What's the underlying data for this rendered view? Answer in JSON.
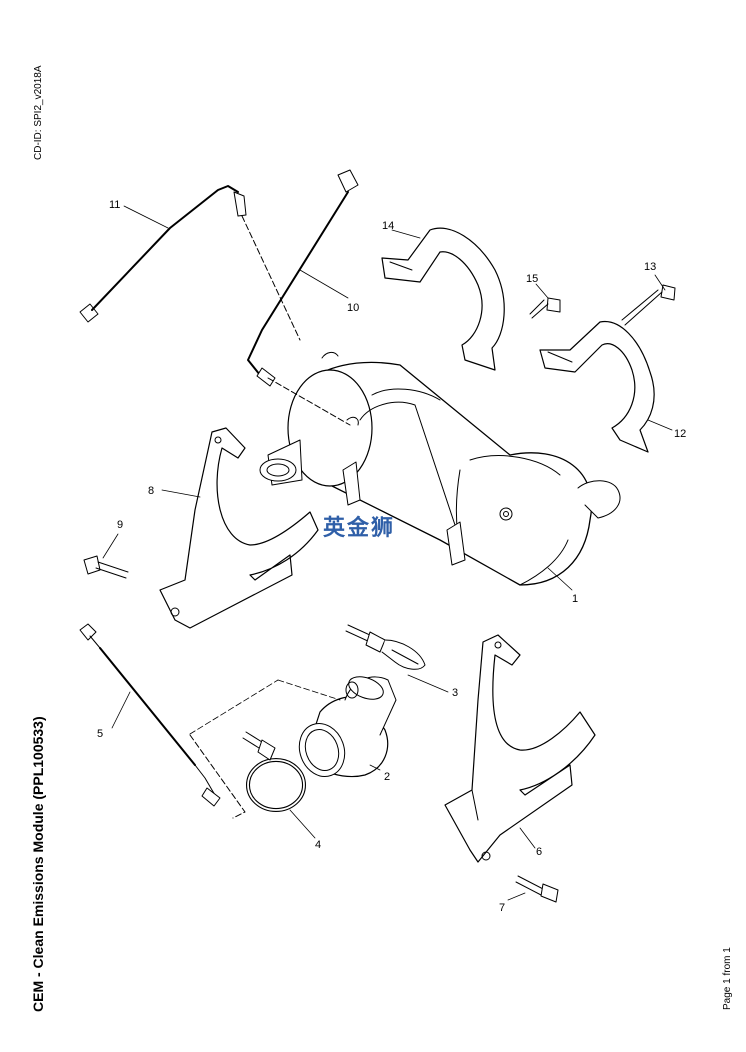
{
  "header": {
    "cd_id": "CD-ID: SPI2_v2018A"
  },
  "title": "CEM - Clean Emissions Module (PPL100533)",
  "footer": {
    "page": "Page 1 from 1"
  },
  "watermark": "英金狮",
  "callouts": [
    {
      "id": "c1",
      "label": "1"
    },
    {
      "id": "c2",
      "label": "2"
    },
    {
      "id": "c3",
      "label": "3"
    },
    {
      "id": "c4",
      "label": "4"
    },
    {
      "id": "c5",
      "label": "5"
    },
    {
      "id": "c6",
      "label": "6"
    },
    {
      "id": "c7",
      "label": "7"
    },
    {
      "id": "c8",
      "label": "8"
    },
    {
      "id": "c9",
      "label": "9"
    },
    {
      "id": "c10",
      "label": "10"
    },
    {
      "id": "c11",
      "label": "11"
    },
    {
      "id": "c12",
      "label": "12"
    },
    {
      "id": "c13",
      "label": "13"
    },
    {
      "id": "c14",
      "label": "14"
    },
    {
      "id": "c15",
      "label": "15"
    }
  ]
}
